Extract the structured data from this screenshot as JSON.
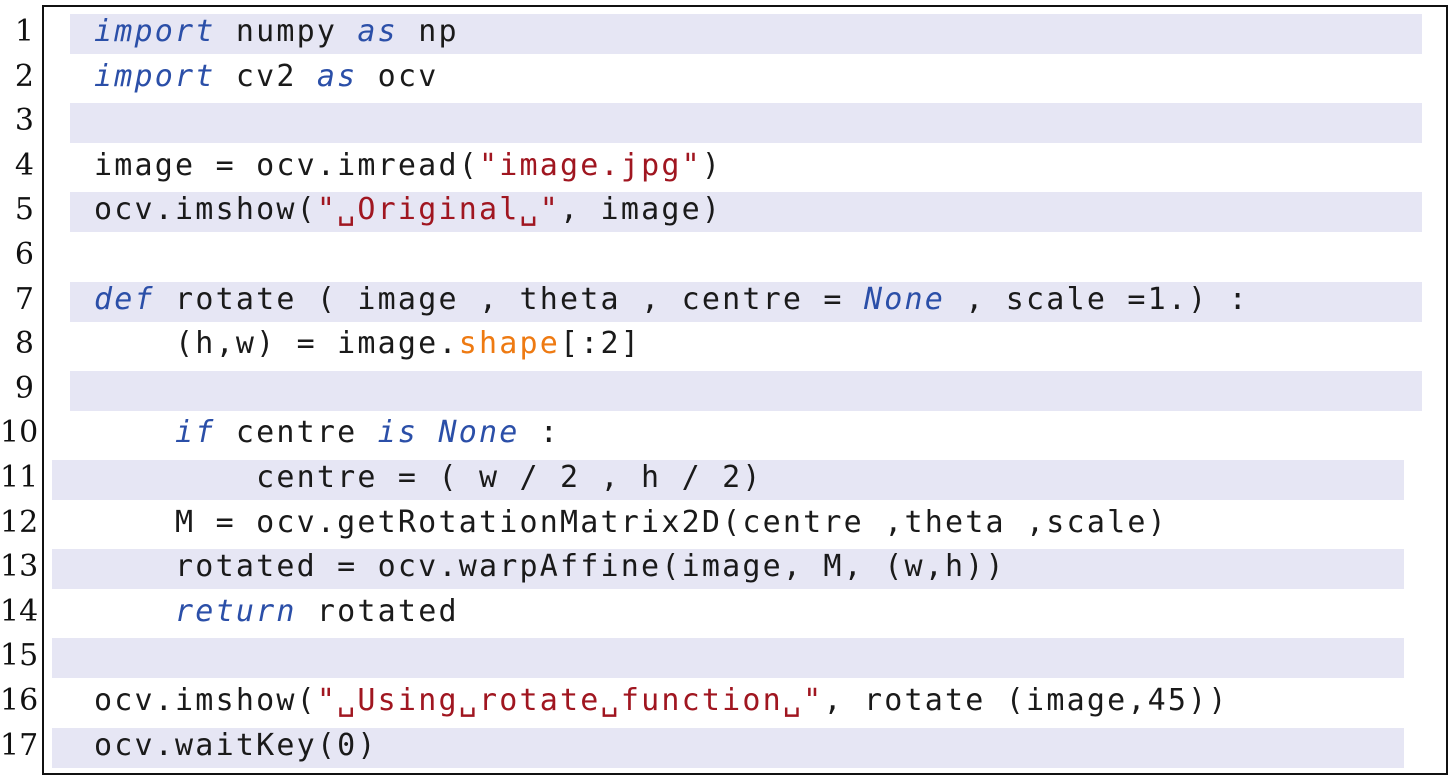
{
  "listing": {
    "lines": [
      {
        "n": "1",
        "highlight": true,
        "indent": 0,
        "tokens": [
          {
            "t": "import",
            "c": "kw"
          },
          {
            "t": " numpy ",
            "c": ""
          },
          {
            "t": "as",
            "c": "kw"
          },
          {
            "t": " np",
            "c": ""
          }
        ]
      },
      {
        "n": "2",
        "highlight": false,
        "indent": 0,
        "tokens": [
          {
            "t": "import",
            "c": "kw"
          },
          {
            "t": " cv2 ",
            "c": ""
          },
          {
            "t": "as",
            "c": "kw"
          },
          {
            "t": " ocv",
            "c": ""
          }
        ]
      },
      {
        "n": "3",
        "highlight": true,
        "indent": 0,
        "tokens": []
      },
      {
        "n": "4",
        "highlight": false,
        "indent": 0,
        "tokens": [
          {
            "t": "image = ocv.imread(",
            "c": ""
          },
          {
            "t": "\"image.jpg\"",
            "c": "str"
          },
          {
            "t": ")",
            "c": ""
          }
        ]
      },
      {
        "n": "5",
        "highlight": true,
        "indent": 0,
        "tokens": [
          {
            "t": "ocv.imshow(",
            "c": ""
          },
          {
            "t": "\"␣Original␣\"",
            "c": "str"
          },
          {
            "t": ", image)",
            "c": ""
          }
        ]
      },
      {
        "n": "6",
        "highlight": false,
        "indent": 0,
        "tokens": []
      },
      {
        "n": "7",
        "highlight": true,
        "indent": 0,
        "tokens": [
          {
            "t": "def",
            "c": "kw"
          },
          {
            "t": " rotate ( image , theta , centre = ",
            "c": ""
          },
          {
            "t": "None",
            "c": "kw"
          },
          {
            "t": " , scale =1.) :",
            "c": ""
          }
        ]
      },
      {
        "n": "8",
        "highlight": false,
        "indent": 0,
        "tokens": [
          {
            "t": "    (h,w) = image.",
            "c": ""
          },
          {
            "t": "shape",
            "c": "attr"
          },
          {
            "t": "[:2]",
            "c": ""
          }
        ]
      },
      {
        "n": "9",
        "highlight": true,
        "indent": 0,
        "tokens": []
      },
      {
        "n": "10",
        "highlight": false,
        "indent": 1,
        "tokens": [
          {
            "t": "    ",
            "c": ""
          },
          {
            "t": "if",
            "c": "kw"
          },
          {
            "t": " centre ",
            "c": ""
          },
          {
            "t": "is",
            "c": "kw"
          },
          {
            "t": " ",
            "c": ""
          },
          {
            "t": "None",
            "c": "kw"
          },
          {
            "t": " :",
            "c": ""
          }
        ]
      },
      {
        "n": "11",
        "highlight": true,
        "indent": 1,
        "tokens": [
          {
            "t": "        centre = ( w / 2 , h / 2)",
            "c": ""
          }
        ]
      },
      {
        "n": "12",
        "highlight": false,
        "indent": 1,
        "tokens": [
          {
            "t": "    M = ocv.getRotationMatrix2D(centre ,theta ,scale)",
            "c": ""
          }
        ]
      },
      {
        "n": "13",
        "highlight": true,
        "indent": 1,
        "tokens": [
          {
            "t": "    rotated = ocv.warpAffine(image, M, (w,h))",
            "c": ""
          }
        ]
      },
      {
        "n": "14",
        "highlight": false,
        "indent": 1,
        "tokens": [
          {
            "t": "    ",
            "c": ""
          },
          {
            "t": "return",
            "c": "kw"
          },
          {
            "t": " rotated",
            "c": ""
          }
        ]
      },
      {
        "n": "15",
        "highlight": true,
        "indent": 1,
        "tokens": []
      },
      {
        "n": "16",
        "highlight": false,
        "indent": 1,
        "tokens": [
          {
            "t": "ocv.imshow(",
            "c": ""
          },
          {
            "t": "\"␣Using␣rotate␣function␣\"",
            "c": "str"
          },
          {
            "t": ", rotate (image,45))",
            "c": ""
          }
        ]
      },
      {
        "n": "17",
        "highlight": true,
        "indent": 1,
        "tokens": [
          {
            "t": "ocv.waitKey(0)",
            "c": ""
          }
        ]
      }
    ],
    "colors": {
      "keyword": "#2b4fa8",
      "string": "#a01620",
      "attribute": "#ee7a12",
      "highlight": "#e6e6f4",
      "text": "#1a1a1a"
    }
  }
}
